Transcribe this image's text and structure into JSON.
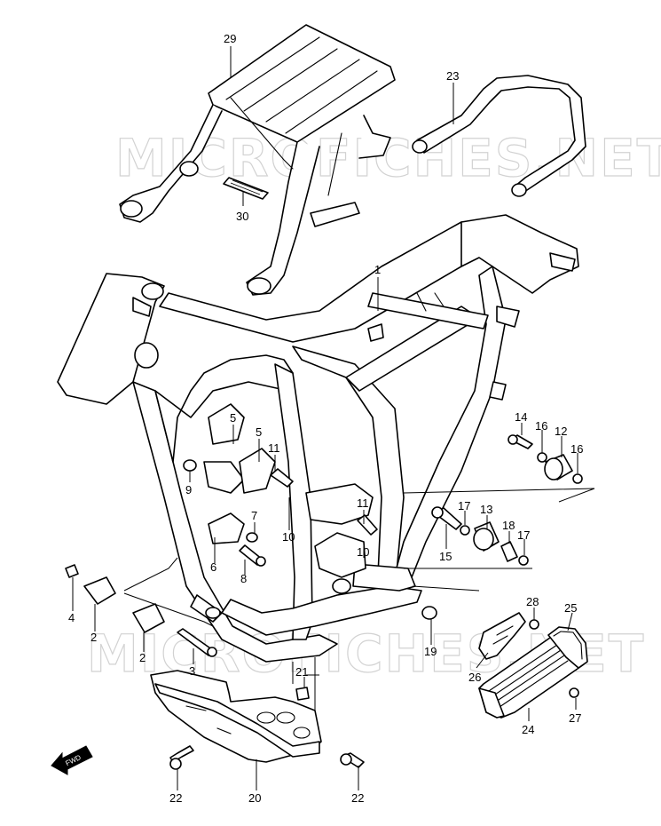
{
  "watermark": {
    "upper": "MICROFICHES.NET",
    "lower": "MICROFICHES.NET"
  },
  "fwd_badge": "FWD",
  "callouts": {
    "c1": "1",
    "c2a": "2",
    "c2b": "2",
    "c3": "3",
    "c4": "4",
    "c5a": "5",
    "c5b": "5",
    "c6": "6",
    "c7": "7",
    "c8": "8",
    "c9": "9",
    "c10a": "10",
    "c10b": "10",
    "c11a": "11",
    "c11b": "11",
    "c12": "12",
    "c13": "13",
    "c14": "14",
    "c15": "15",
    "c16a": "16",
    "c16b": "16",
    "c17a": "17",
    "c17b": "17",
    "c18": "18",
    "c19": "19",
    "c20": "20",
    "c21": "21",
    "c22a": "22",
    "c22b": "22",
    "c23": "23",
    "c24": "24",
    "c25": "25",
    "c26": "26",
    "c27": "27",
    "c28": "28",
    "c29": "29",
    "c30": "30"
  }
}
